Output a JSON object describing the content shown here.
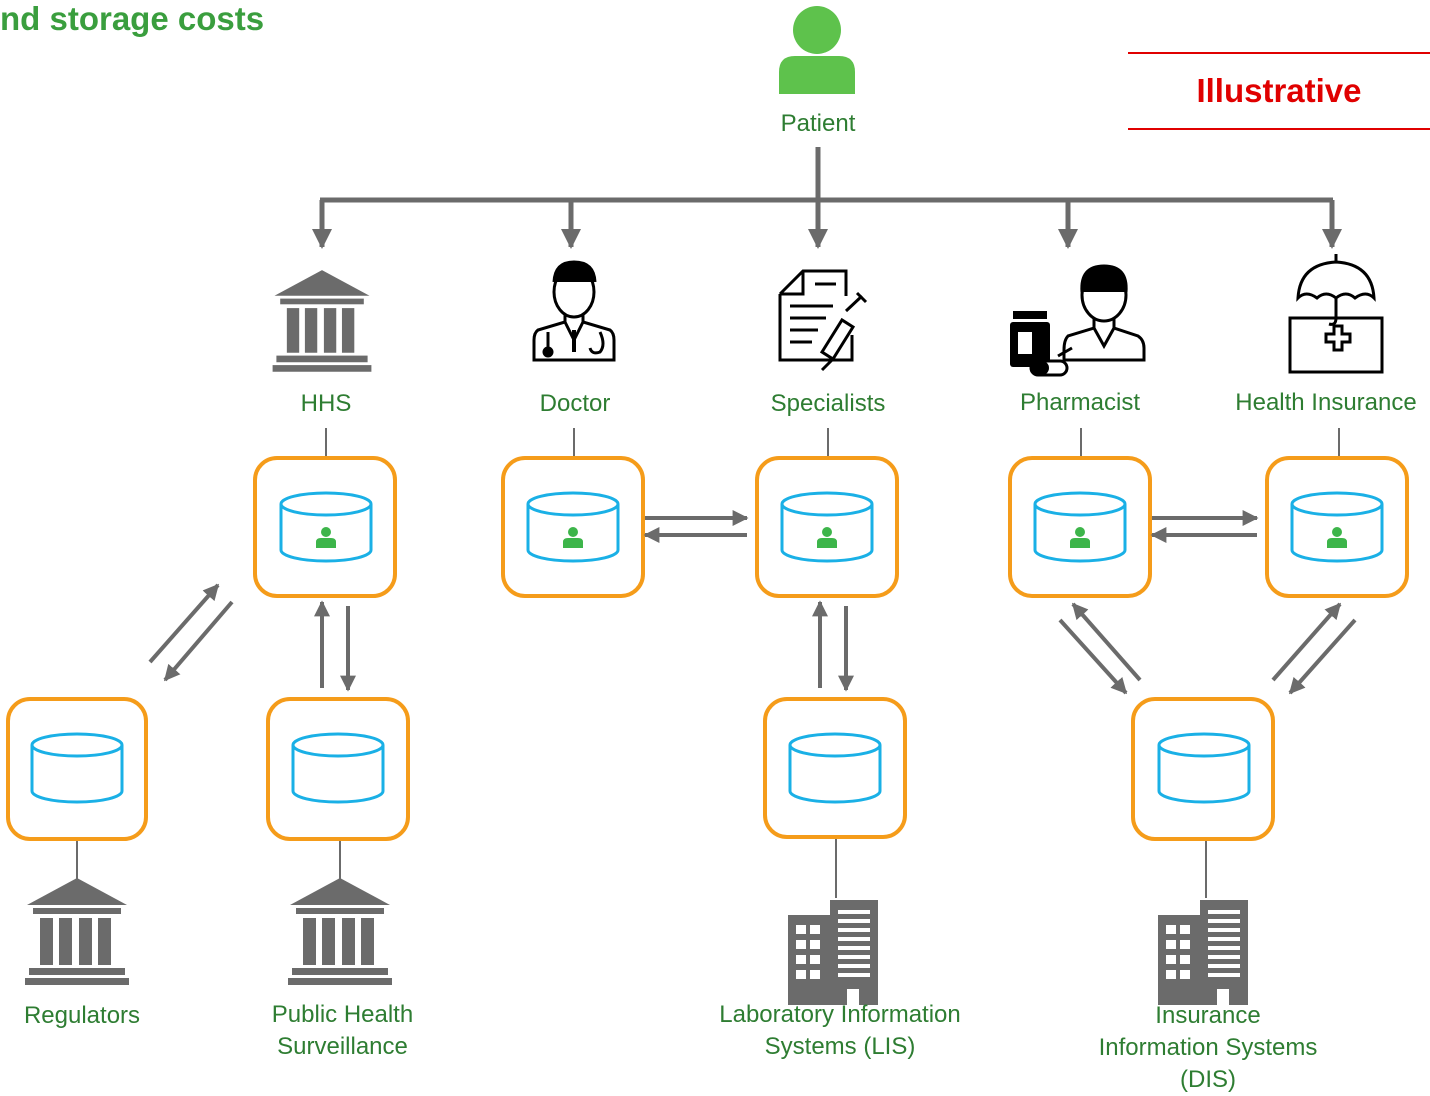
{
  "title": "nd storage costs",
  "badge": "Illustrative",
  "nodes": {
    "patient": "Patient",
    "hhs": "HHS",
    "doctor": "Doctor",
    "specialists": "Specialists",
    "pharmacist": "Pharmacist",
    "health_insurance": "Health Insurance",
    "regulators": "Regulators",
    "public_health_1": "Public Health",
    "public_health_2": "Surveillance",
    "lis_1": "Laboratory Information",
    "lis_2": "Systems (LIS)",
    "dis_1": "Insurance",
    "dis_2": "Information Systems",
    "dis_3": "(DIS)"
  },
  "colors": {
    "title_green": "#3a9e3e",
    "label_green": "#2e7d32",
    "patient_icon": "#5ec24c",
    "box_orange": "#f59c1a",
    "db_blue": "#1ab0e6",
    "arrow_gray": "#6b6b6b",
    "badge_red": "#e00000"
  }
}
